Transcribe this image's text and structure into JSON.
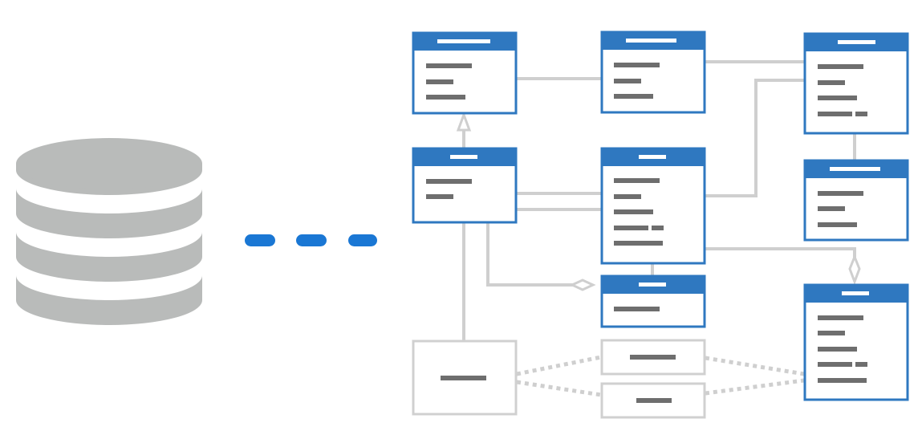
{
  "colors": {
    "database": "#b9bbba",
    "header": "#2f78c0",
    "header_bar": "#ffffff",
    "border": "#2f78c0",
    "text_bar": "#6e6e6e",
    "connector": "#cfcfcf",
    "dots": "#1a77d4",
    "ghost_border": "#d0d0d0"
  },
  "icons": {
    "database": "database-icon",
    "ellipsis": "ellipsis-dots"
  },
  "diagram": {
    "entities": [
      {
        "id": "entity-1",
        "header_bar": "long",
        "field_rows": 3,
        "style": "filled"
      },
      {
        "id": "entity-2",
        "header_bar": "long",
        "field_rows": 3,
        "style": "filled"
      },
      {
        "id": "entity-3",
        "header_bar": "medium",
        "field_rows": 4,
        "style": "filled"
      },
      {
        "id": "entity-4",
        "header_bar": "short",
        "field_rows": 2,
        "style": "filled"
      },
      {
        "id": "entity-5",
        "header_bar": "short",
        "field_rows": 5,
        "style": "filled"
      },
      {
        "id": "entity-6",
        "header_bar": "long",
        "field_rows": 3,
        "style": "filled"
      },
      {
        "id": "entity-7",
        "header_bar": "short",
        "field_rows": 1,
        "style": "filled"
      },
      {
        "id": "entity-8",
        "header_bar": "short",
        "field_rows": 5,
        "style": "filled"
      },
      {
        "id": "ghost-entity-1",
        "field_rows": 1,
        "style": "ghost"
      },
      {
        "id": "ghost-entity-2",
        "field_rows": 1,
        "style": "ghost"
      },
      {
        "id": "ghost-entity-3",
        "field_rows": 1,
        "style": "ghost"
      }
    ],
    "relations": [
      {
        "from": "entity-1",
        "to": "entity-2",
        "kind": "association"
      },
      {
        "from": "entity-2",
        "to": "entity-3",
        "kind": "association"
      },
      {
        "from": "entity-4",
        "to": "entity-1",
        "kind": "inheritance"
      },
      {
        "from": "entity-4",
        "to": "entity-5",
        "kind": "association"
      },
      {
        "from": "entity-5",
        "to": "entity-3",
        "kind": "association"
      },
      {
        "from": "entity-3",
        "to": "entity-6",
        "kind": "association"
      },
      {
        "from": "entity-5",
        "to": "entity-7",
        "kind": "association"
      },
      {
        "from": "entity-4",
        "to": "entity-7",
        "kind": "aggregation"
      },
      {
        "from": "entity-5",
        "to": "entity-8",
        "kind": "aggregation"
      },
      {
        "from": "ghost-entity-1",
        "to": "entity-4",
        "kind": "association"
      },
      {
        "from": "ghost-entity-1",
        "to": "entity-8",
        "kind": "dotted"
      }
    ]
  }
}
